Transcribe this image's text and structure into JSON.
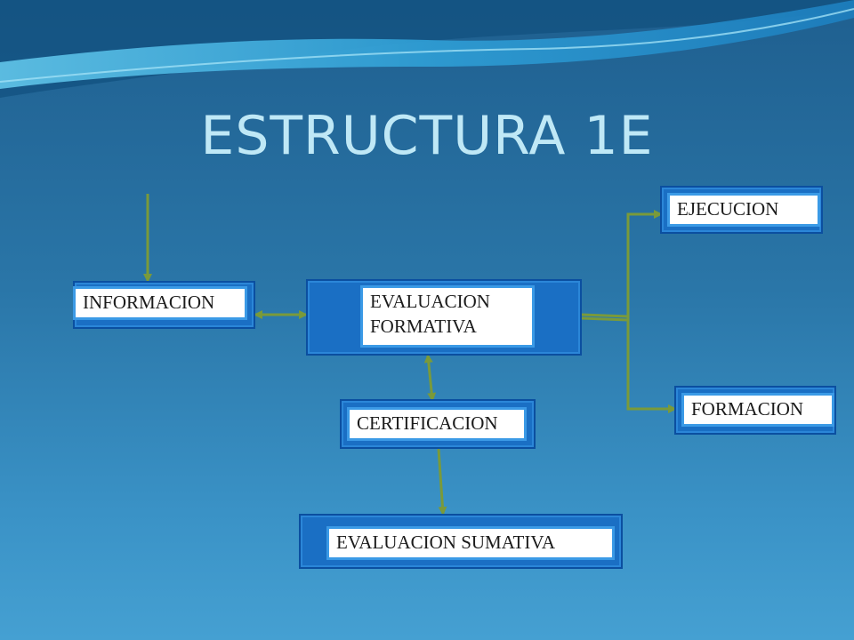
{
  "title": "ESTRUCTURA 1E",
  "nodes": {
    "informacion": "INFORMACION",
    "evaluacion_formativa": [
      "EVALUACION",
      "FORMATIVA"
    ],
    "ejecucion": "EJECUCION",
    "formacion": "FORMACION",
    "certificacion": "CERTIFICACION",
    "evaluacion_sumativa": "EVALUACION SUMATIVA"
  },
  "colors": {
    "background_top": "#1f5f8f",
    "background_bottom": "#45a0d2",
    "title": "#bfe8f6",
    "box_fill": "#1a6fc4",
    "label_border": "#3b9ae6",
    "arrow": "#7a9a3a"
  }
}
